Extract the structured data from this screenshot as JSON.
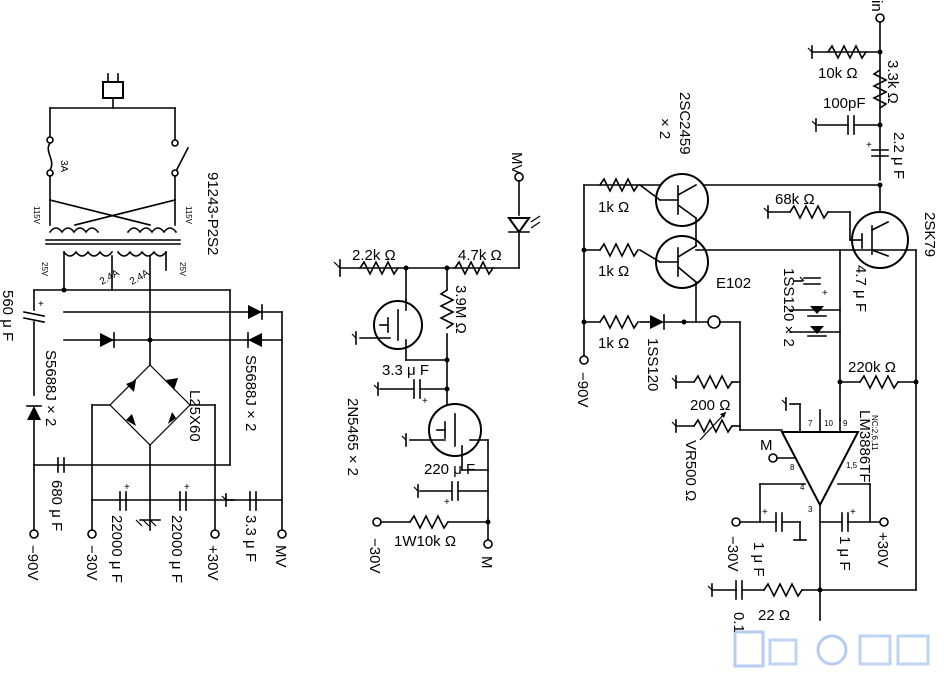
{
  "power_supply": {
    "fuse": "3A",
    "transformer": "91243-P2S2",
    "primary_left": "115V",
    "primary_right": "115V",
    "secondary_left": "25V",
    "secondary_right": "25V",
    "tap_left": "2.4A",
    "tap_right": "2.4A",
    "c_560": "560 μ F",
    "diode_left": "S5688J × 2",
    "diode_right": "S5688J × 2",
    "bridge": "L25X60",
    "c_680": "680 μ F",
    "c_22000a": "22000 μ F",
    "c_22000b": "22000 μ F",
    "c_3_3": "3.3 μ F",
    "v_neg90": "−90V",
    "v_neg30": "−30V",
    "v_pos30": "+30V",
    "mv": "MV"
  },
  "middle": {
    "mv_in": "MV",
    "r_2_2k": "2.2k Ω",
    "r_4_7k": "4.7k Ω",
    "r_3_9m": "3.9M Ω",
    "c_3_3": "3.3 μ F",
    "fet": "2N5465 × 2",
    "c_220": "220 μ F",
    "r_1w10k": "1W10k Ω",
    "v_neg30": "−30V",
    "m": "M"
  },
  "amplifier": {
    "in": "in",
    "r_10k": "10k Ω",
    "r_3_3k": "3.3k Ω",
    "c_100p": "100pF",
    "c_2_2": "2.2 μ F",
    "q_pair": "2SC2459",
    "q_pair_count": "× 2",
    "r_1k_a": "1k Ω",
    "r_1k_b": "1k Ω",
    "r_1k_c": "1k Ω",
    "r_68k": "68k Ω",
    "jfet": "2SK79",
    "c_4_7": "4.7 μ F",
    "diodes": "1SS120 × 2",
    "e102": "E102",
    "diode_1ss120": "1SS120",
    "v_neg90": "−90V",
    "r_200": "200 Ω",
    "vr500": "VR500 Ω",
    "r_220k": "220k Ω",
    "ic": "LM3886TF",
    "nc": "NC:2,6,11",
    "m": "M",
    "pin7": "7",
    "pin10": "10",
    "pin9": "9",
    "pin8": "8",
    "pin4": "4",
    "pin3": "3",
    "pin15": "1,5",
    "c_1a": "1 μ F",
    "c_1b": "1 μ F",
    "v_neg30": "−30V",
    "v_pos30": "+30V",
    "r_22": "22 Ω",
    "c_0_1": "0.1"
  }
}
